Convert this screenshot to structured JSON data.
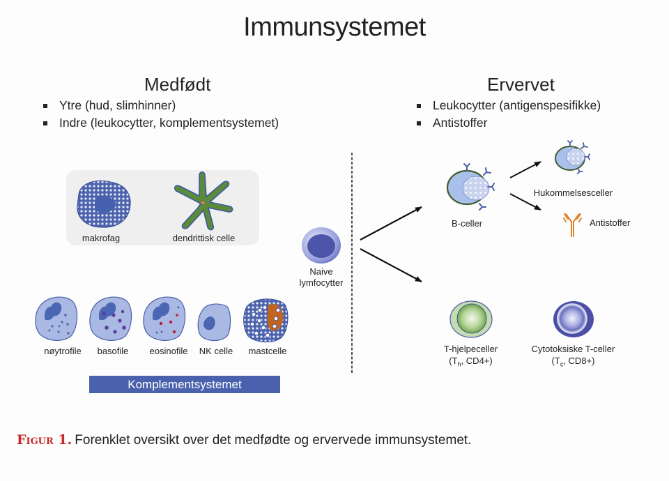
{
  "title": "Immunsystemet",
  "innate": {
    "heading": "Medfødt",
    "bullets": [
      "Ytre  (hud, slimhinner)",
      "Indre (leukocytter, komplementsystemet)"
    ],
    "box_cells": [
      {
        "label": "makrofag"
      },
      {
        "label": "dendrittisk celle"
      }
    ],
    "row_cells": [
      {
        "label": "nøytrofile"
      },
      {
        "label": "basofile"
      },
      {
        "label": "eosinofile"
      },
      {
        "label": "NK celle"
      },
      {
        "label": "mastcelle"
      }
    ],
    "complement_bar": "Komplementsystemet"
  },
  "center": {
    "naive_label_line1": "Naive",
    "naive_label_line2": "lymfocytter"
  },
  "adaptive": {
    "heading": "Ervervet",
    "bullets": [
      "Leukocytter (antigenspesifikke)",
      "Antistoffer"
    ],
    "b_cells": "B-celler",
    "memory_cells": "Hukommelsesceller",
    "antibodies": "Antistoffer",
    "th": {
      "line1": "T-hjelpeceller",
      "line2_pre": "(T",
      "line2_sub": "h",
      "line2_post": ", CD4+)"
    },
    "tc": {
      "line1": "Cytotoksiske T-celler",
      "line2_pre": "(T",
      "line2_sub": "c",
      "line2_post": ", CD8+)"
    }
  },
  "caption": {
    "label": "Figur 1.",
    "text": "Forenklet oversikt over det medfødte og ervervede immunsystemet."
  },
  "colors": {
    "cell_fill": "#a9b9e3",
    "cell_stroke": "#4a5ea8",
    "nucleus": "#4b67b3",
    "dendritic": "#5a8a3a",
    "mast_orange": "#c0641e",
    "complement_bar": "#4a62ad",
    "b_cell_ring": "#3f5a2a",
    "antibody": "#e0822a",
    "caption_red": "#c8282b"
  }
}
